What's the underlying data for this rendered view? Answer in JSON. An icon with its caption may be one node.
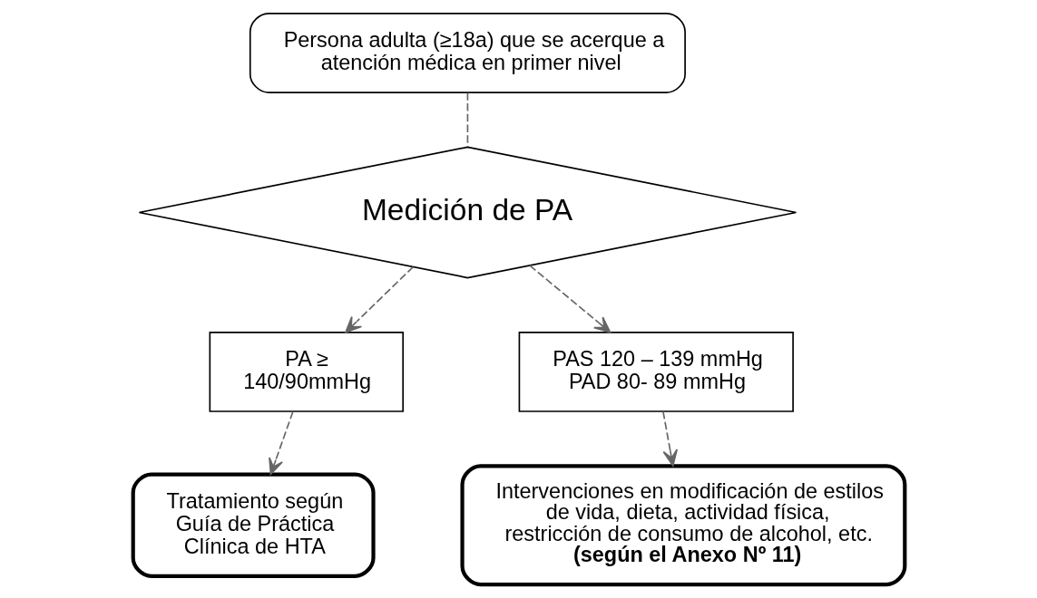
{
  "diagram": {
    "nodes": [
      {
        "text": [
          "Persona adulta (≥18a) que se acerque a atención médica en primer nivel"
        ]
      },
      {
        "text": [
          "Medición de PA"
        ]
      },
      {
        "text": [
          "PA ≥ 140/90mmHg"
        ]
      },
      {
        "text": [
          "PAS 120 – 139 mmHg PAD 80- 89 mmHg"
        ]
      },
      {
        "text": [
          "Tratamiento según Guía de Práctica Clínica de HTA"
        ]
      },
      {
        "text": [
          "Intervenciones en modificación de estilos de vida, dieta, actividad física, restricción de consumo de alcohol, etc.",
          "(según el Anexo Nº 11)"
        ]
      }
    ],
    "edges": [
      {
        "from": 0,
        "to": 1,
        "arrow": "none",
        "style": "dashed"
      },
      {
        "from": 1,
        "to": 2,
        "arrow": "to",
        "style": "dashed"
      },
      {
        "from": 1,
        "to": 3,
        "arrow": "to",
        "style": "dashed"
      },
      {
        "from": 2,
        "to": 4,
        "arrow": "to",
        "style": "dashed"
      },
      {
        "from": 3,
        "to": 5,
        "arrow": "to",
        "style": "dashed"
      }
    ]
  }
}
